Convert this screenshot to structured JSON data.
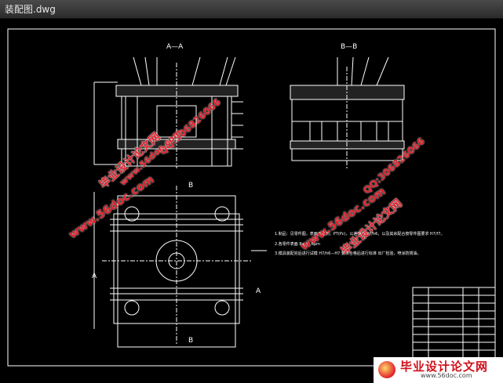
{
  "window": {
    "title": "装配图.dwg"
  },
  "drawing": {
    "section_aa": "A—A",
    "section_bb": "B—B",
    "cut_b": "B",
    "cut_a": "A",
    "notes": [
      "1.制品：见零件图，表面无毛刺，PT(Pc)，公差等级 P7/h6，以及其余配合按零件图要求 H7/f7。",
      "2.各零件表面 Ra=1.6μm",
      "3.模具装配完后进行试模 H7/h6—H7 要求合格后进行标准 出厂检验，喷涂防锈油。"
    ]
  },
  "watermarks": {
    "brand": "毕业设计论文网",
    "url": "www.56doc.com",
    "qq": "QQ:306826066"
  },
  "logo": {
    "title": "毕业设计论文网",
    "url": "www.56doc.com"
  },
  "colors": {
    "background": "#000000",
    "line": "#ffffff",
    "watermark": "#e0202a"
  }
}
